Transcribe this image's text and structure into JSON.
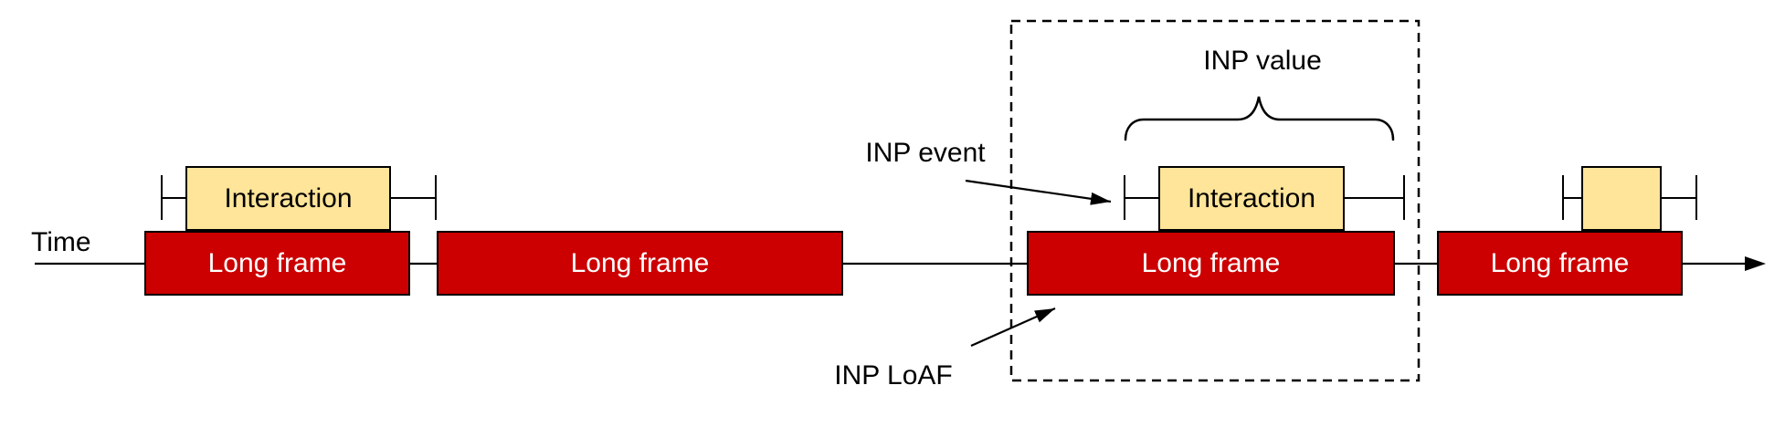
{
  "colors": {
    "background": "#FFFFFF",
    "frame_fill": "#CC0000",
    "frame_border": "#000000",
    "frame_text": "#FFFFFF",
    "interaction_fill": "#FFE599",
    "interaction_border": "#000000",
    "interaction_text": "#000000",
    "line": "#000000"
  },
  "axis": {
    "time_label": "Time"
  },
  "annotations": {
    "inp_event": "INP event",
    "inp_value": "INP value",
    "inp_loaf": "INP LoAF"
  },
  "frames": [
    {
      "label": "Long frame"
    },
    {
      "label": "Long frame"
    },
    {
      "label": "Long frame"
    },
    {
      "label": "Long frame"
    }
  ],
  "interactions": [
    {
      "label": "Interaction"
    },
    {
      "label": "Interaction"
    },
    {
      "label": ""
    }
  ]
}
